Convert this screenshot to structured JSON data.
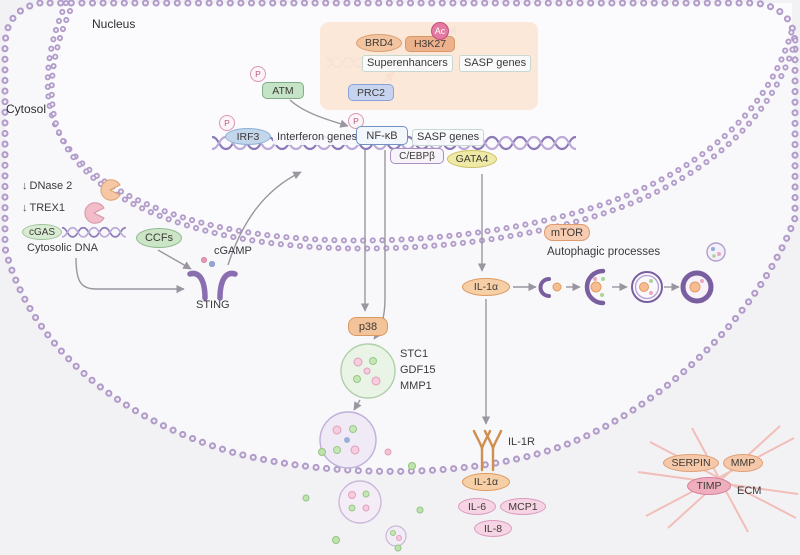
{
  "labels": {
    "nucleus": "Nucleus",
    "cytosol": "Cytosol"
  },
  "colors": {
    "membrane_bead": "#b19bc9",
    "arrow": "#9a96a0",
    "enhancer_box": "#fbe7d6",
    "sting_purple": "#8a6fb0",
    "peach": "#f5c9a8",
    "green": "#c5e3c6",
    "blue": "#c2d6ec",
    "pink": "#f6d4e4"
  },
  "enhancer_complex": {
    "brd4": "BRD4",
    "h3k27": "H3K27",
    "ac": "Ac",
    "superenhancers": "Superenhancers",
    "sasp_genes": "SASP genes",
    "prc2": "PRC2"
  },
  "transcription": {
    "p": "P",
    "atm": "ATM",
    "irf3": "IRF3",
    "interferon_genes": "Interferon genes",
    "nfkb": "NF-κB",
    "sasp_genes": "SASP genes",
    "cebpb": "C/EBPβ",
    "gata4": "GATA4"
  },
  "dna_sensing": {
    "decrease_symbol": "↓",
    "dnase2": "DNase 2",
    "trex1": "TREX1",
    "cgas": "cGAS",
    "cytosolic_dna": "Cytosolic DNA",
    "ccfs": "CCFs",
    "cgamp": "cGAMP",
    "sting": "STING"
  },
  "signaling": {
    "p38": "p38",
    "il1a": "IL-1α",
    "mtor": "mTOR",
    "autophagic_processes": "Autophagic processes"
  },
  "secreted_factors": {
    "stc1": "STC1",
    "gdf15": "GDF15",
    "mmp1": "MMP1"
  },
  "receptor_complex": {
    "il1r": "IL-1R",
    "il1a": "IL-1α",
    "il6": "IL-6",
    "mcp1": "MCP1",
    "il8": "IL-8"
  },
  "ecm": {
    "serpin": "SERPIN",
    "mmp": "MMP",
    "timp": "TIMP",
    "ecm": "ECM"
  }
}
